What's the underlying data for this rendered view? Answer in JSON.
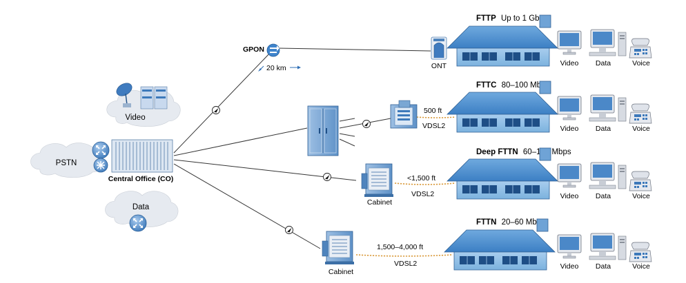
{
  "nodes": {
    "video_cloud": "Video",
    "pstn_cloud": "PSTN",
    "data_cloud": "Data",
    "central_office": "Central Office (CO)",
    "gpon": "GPON",
    "gpon_distance": "20 km",
    "ont": "ONT",
    "cabinet_deep": "Cabinet",
    "cabinet_fttn": "Cabinet"
  },
  "links": {
    "fttc_length": "500 ft",
    "fttc_medium": "VDSL2",
    "deep_length": "<1,500 ft",
    "deep_medium": "VDSL2",
    "fttn_length": "1,500–4,000 ft",
    "fttn_medium": "VDSL2"
  },
  "services": [
    {
      "tech": "FTTP",
      "speed": "Up to 1 Gbps"
    },
    {
      "tech": "FTTC",
      "speed": "80–100 Mbps"
    },
    {
      "tech": "Deep FTTN",
      "speed": "60–100 Mbps"
    },
    {
      "tech": "FTTN",
      "speed": "20–60 Mbps"
    }
  ],
  "endpoint_labels": {
    "video": "Video",
    "data": "Data",
    "voice": "Voice"
  },
  "colors": {
    "roof": "#4a8fd0",
    "wall": "#8fc0e6",
    "cloud": "#e6eaf0",
    "cabinet": "#7aa7d3",
    "copper": "#d99a3c",
    "line": "#333333"
  }
}
